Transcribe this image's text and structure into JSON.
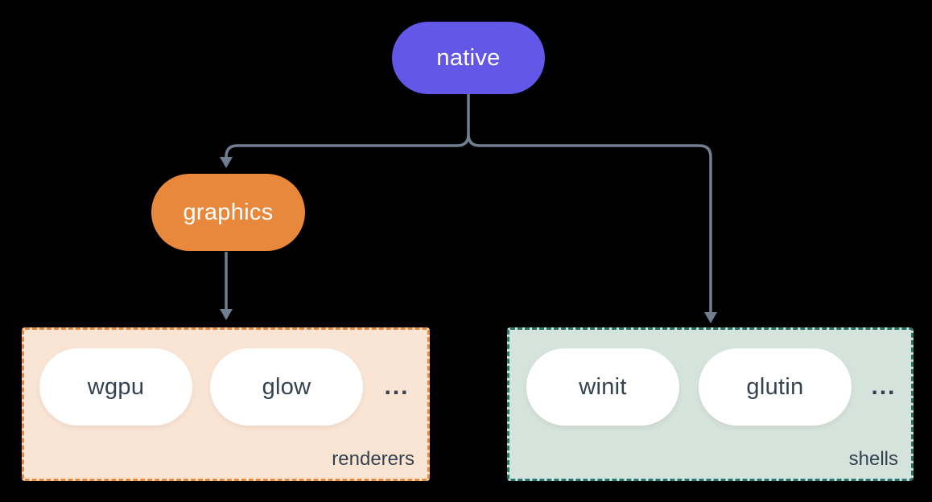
{
  "diagram": {
    "background_color": "#000000",
    "connector_color": "#6F7E90",
    "nodes": {
      "native": {
        "label": "native",
        "color": "#6357E7",
        "text_color": "#FFFFFF"
      },
      "graphics": {
        "label": "graphics",
        "color": "#E8883C",
        "text_color": "#FFFFFF"
      }
    },
    "groups": {
      "renderers": {
        "label": "renderers",
        "background": "#FAE4D4",
        "border_color": "#E8883C",
        "items": [
          "wgpu",
          "glow"
        ],
        "ellipsis": "...",
        "item_text_color": "#344150"
      },
      "shells": {
        "label": "shells",
        "background": "#D4E3DC",
        "border_color": "#267768",
        "items": [
          "winit",
          "glutin"
        ],
        "ellipsis": "...",
        "item_text_color": "#344150"
      }
    },
    "edges": [
      {
        "from": "native",
        "to": "graphics"
      },
      {
        "from": "native",
        "to": "shells"
      },
      {
        "from": "graphics",
        "to": "renderers"
      }
    ]
  }
}
